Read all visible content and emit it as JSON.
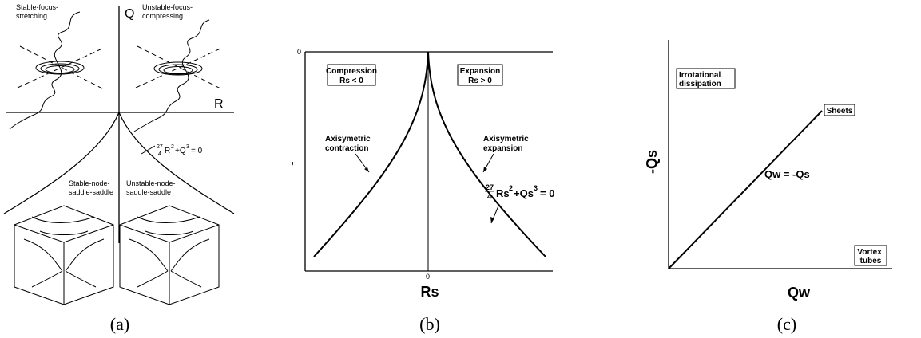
{
  "panel_a": {
    "axis_q": "Q",
    "axis_r": "R",
    "label_stable_focus": [
      "Stable-focus-",
      "stretching"
    ],
    "label_unstable_focus": [
      "Unstable-focus-",
      "compressing"
    ],
    "label_stable_node": [
      "Stable-node-",
      "saddle-saddle"
    ],
    "label_unstable_node": [
      "Unstable-node-",
      "saddle-saddle"
    ],
    "eq_frac": "27",
    "eq_den": "4",
    "eq_body": "R",
    "eq_sup1": "2",
    "eq_mid": "+Q",
    "eq_sup2": "3",
    "eq_tail": "= 0",
    "caption": "(a)"
  },
  "panel_b": {
    "y_label": "Qs",
    "x_label": "Rs",
    "zero_y": "0",
    "zero_x": "0",
    "box_left_title": "Compression",
    "box_left_sub": "Rs < 0",
    "box_right_title": "Expansion",
    "box_right_sub": "Rs > 0",
    "ann_left": [
      "Axisymetric",
      "contraction"
    ],
    "ann_right": [
      "Axisymetric",
      "expansion"
    ],
    "eq_frac": "27",
    "eq_den": "4",
    "eq_body": "Rs",
    "eq_sup1": "2",
    "eq_mid": "+Qs",
    "eq_sup2": "3",
    "eq_tail": "= 0",
    "caption": "(b)"
  },
  "panel_c": {
    "y_label": "-Qs",
    "x_label": "Qw",
    "box_top_left": [
      "Irrotational",
      "dissipation"
    ],
    "box_sheets": "Sheets",
    "box_vortex": [
      "Vortex",
      "tubes"
    ],
    "line_label": "Qw = -Qs",
    "caption": "(c)"
  }
}
